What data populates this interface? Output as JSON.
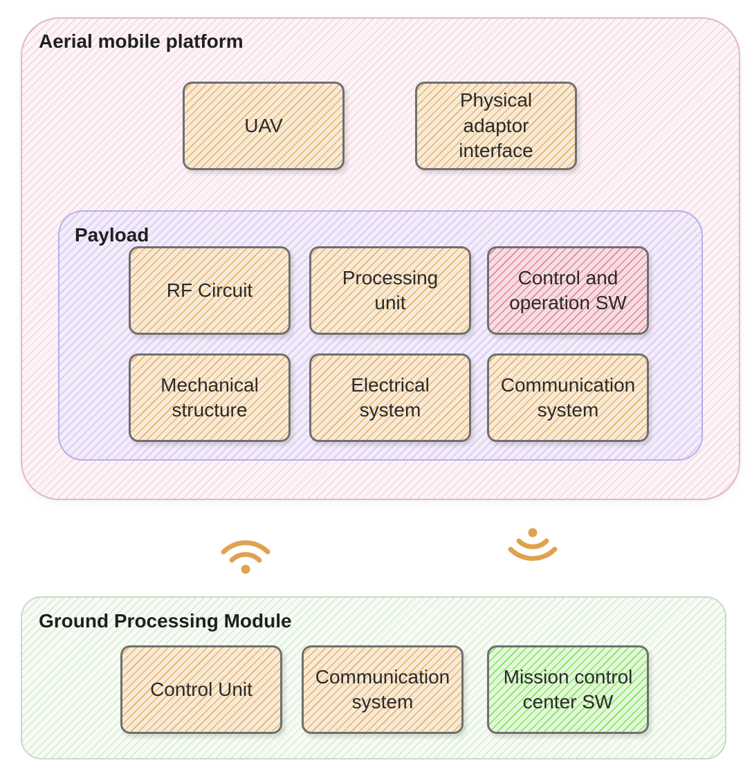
{
  "aerial": {
    "title": "Aerial mobile platform",
    "boxes": [
      "UAV",
      "Physical\nadaptor\ninterface"
    ]
  },
  "payload": {
    "title": "Payload",
    "boxes": [
      "RF Circuit",
      "Processing\nunit",
      "Control and\noperation SW",
      "Mechanical\nstructure",
      "Electrical\nsystem",
      "Communication\nsystem"
    ]
  },
  "ground": {
    "title": "Ground Processing Module",
    "boxes": [
      "Control Unit",
      "Communication\nsystem",
      "Mission control\ncenter SW"
    ]
  },
  "icons": {
    "left": "wifi-signal-icon",
    "right": "broadcast-signal-icon",
    "color": "#e0a24e"
  },
  "colors": {
    "component_fill": "#e29e4a",
    "highlight_red": "#d66078",
    "highlight_green": "#6ee046",
    "aerial_border": "#e4b6c5",
    "payload_border": "#b8acee",
    "ground_border": "#c6dcc3"
  }
}
